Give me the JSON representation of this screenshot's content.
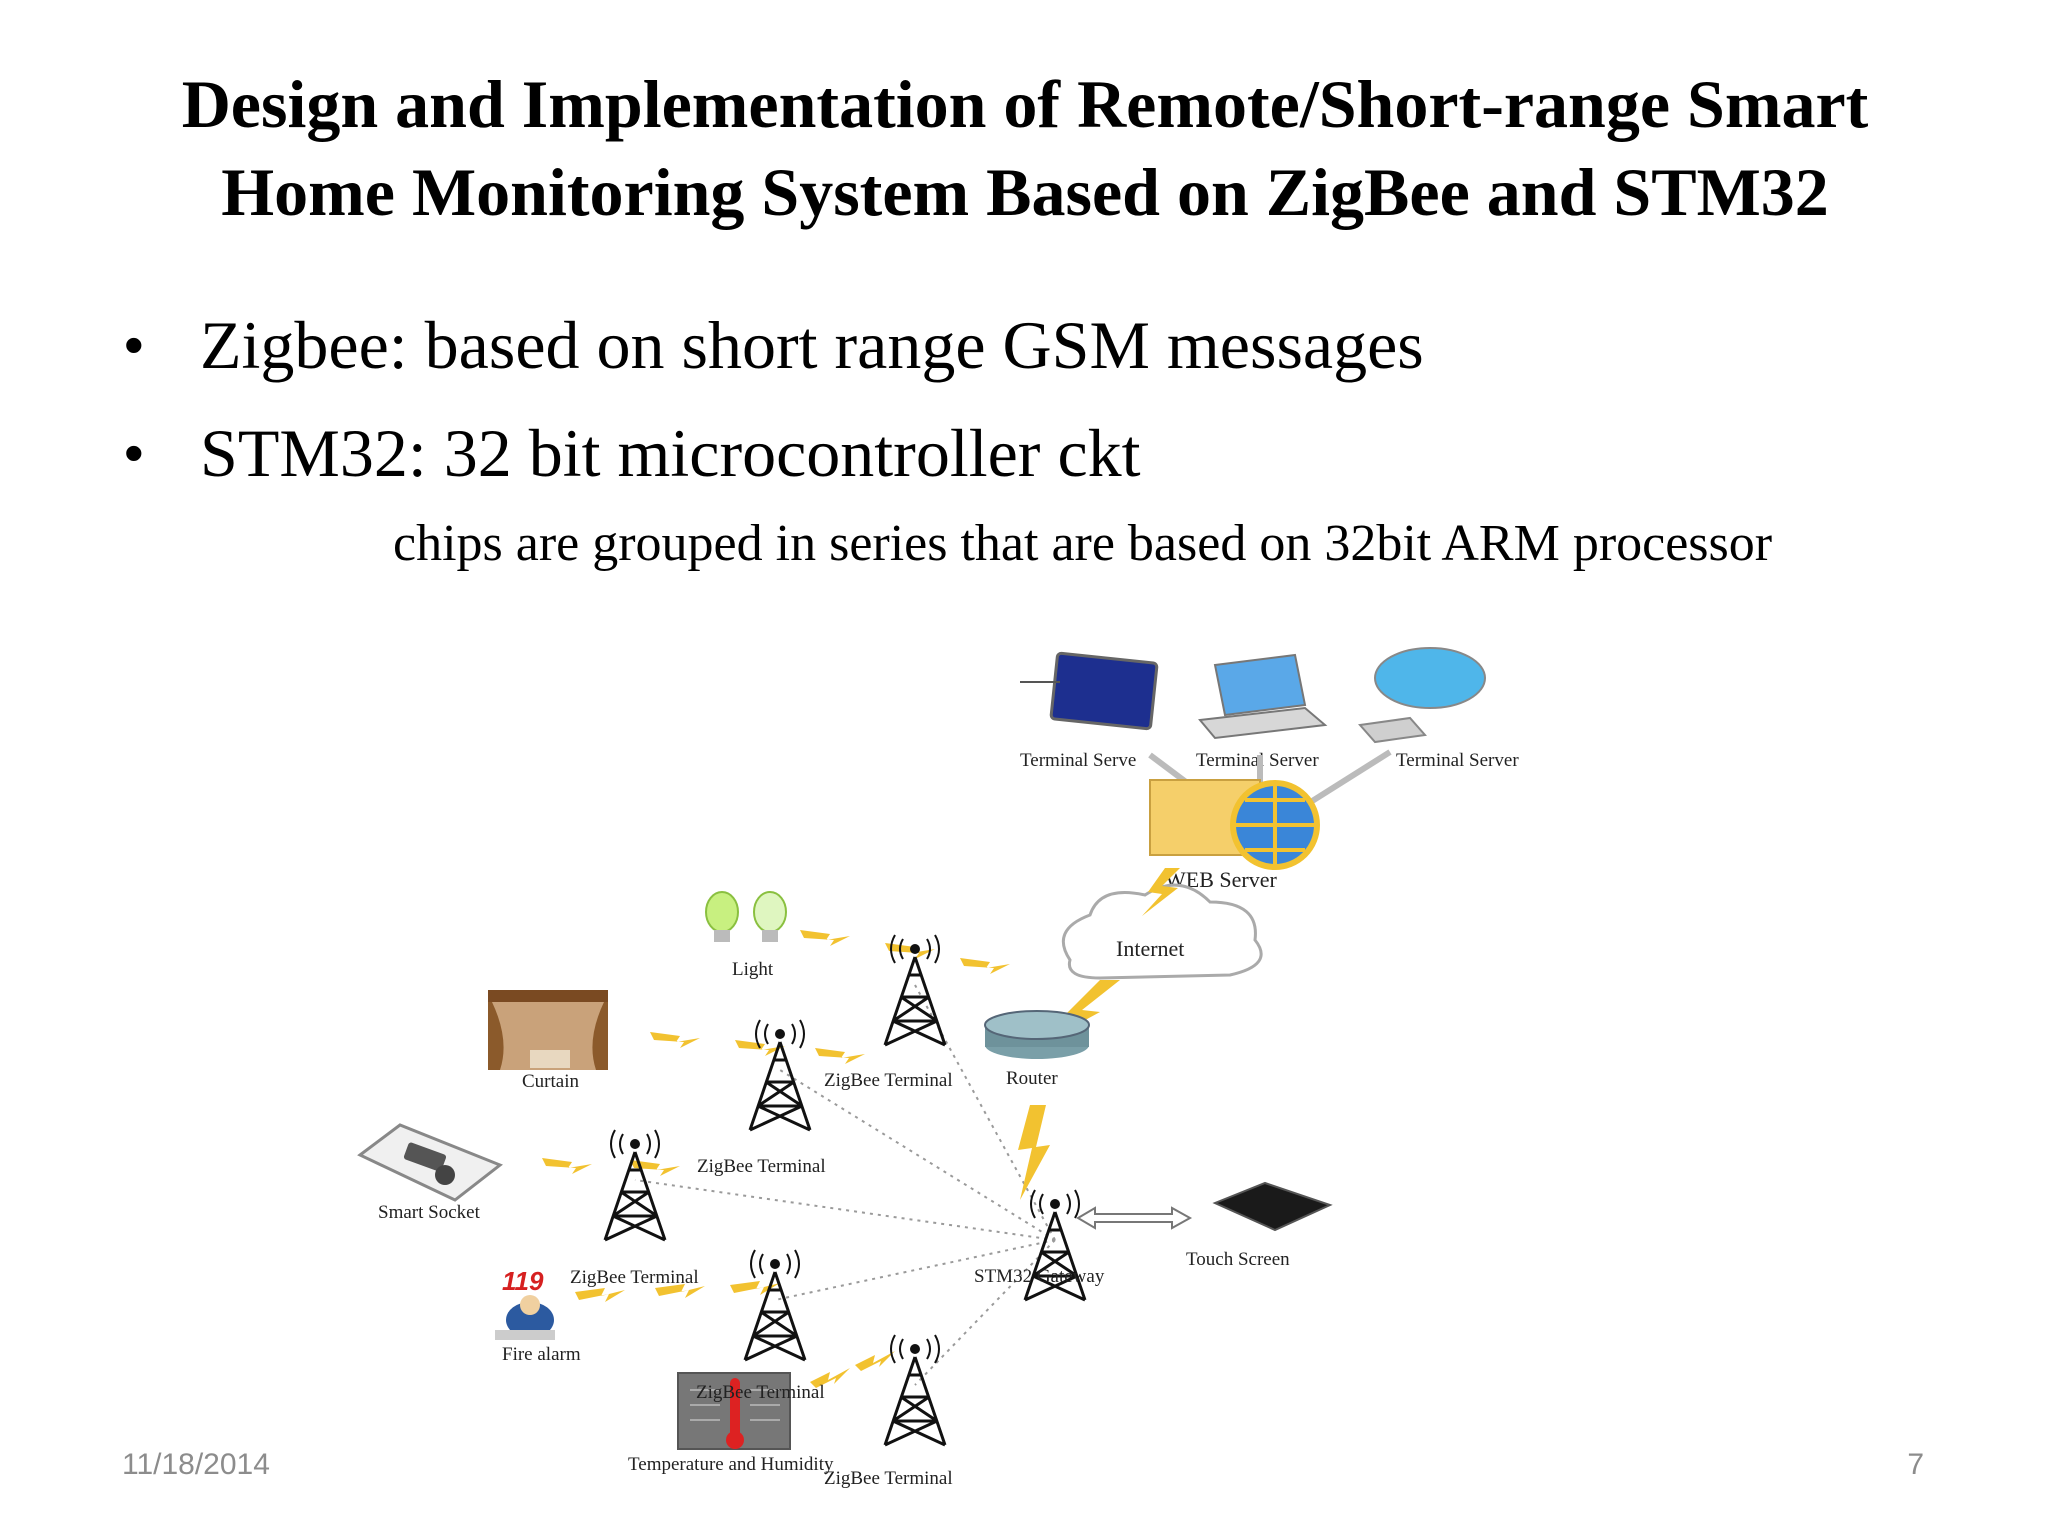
{
  "slide": {
    "title": "Design and Implementation of Remote/Short-range Smart Home Monitoring System Based on ZigBee and STM32",
    "bullets": [
      "Zigbee: based on short range GSM messages",
      "STM32: 32 bit microcontroller ckt"
    ],
    "subnote": "chips are grouped in series that are based on 32bit ARM processor",
    "footer_date": "11/18/2014",
    "page_number": "7"
  },
  "diagram": {
    "labels": {
      "terminal_server_1": "Terminal Serve",
      "terminal_server_2": "Terminal Server",
      "terminal_server_3": "Terminal Server",
      "web_server": "WEB Server",
      "internet": "Internet",
      "router": "Router",
      "light": "Light",
      "curtain": "Curtain",
      "smart_socket": "Smart Socket",
      "fire_alarm": "Fire alarm",
      "fire_alarm_number": "119",
      "temperature_humidity": "Temperature and Humidity",
      "zigbee_terminal": "ZigBee Terminal",
      "stm32_gateway": "STM32 Gateway",
      "touch_screen": "Touch Screen"
    },
    "colors": {
      "lightning": "#f2c230",
      "link": "#9a9a9a",
      "screen": "#2a3fa0",
      "folder": "#f5cf6a"
    }
  }
}
